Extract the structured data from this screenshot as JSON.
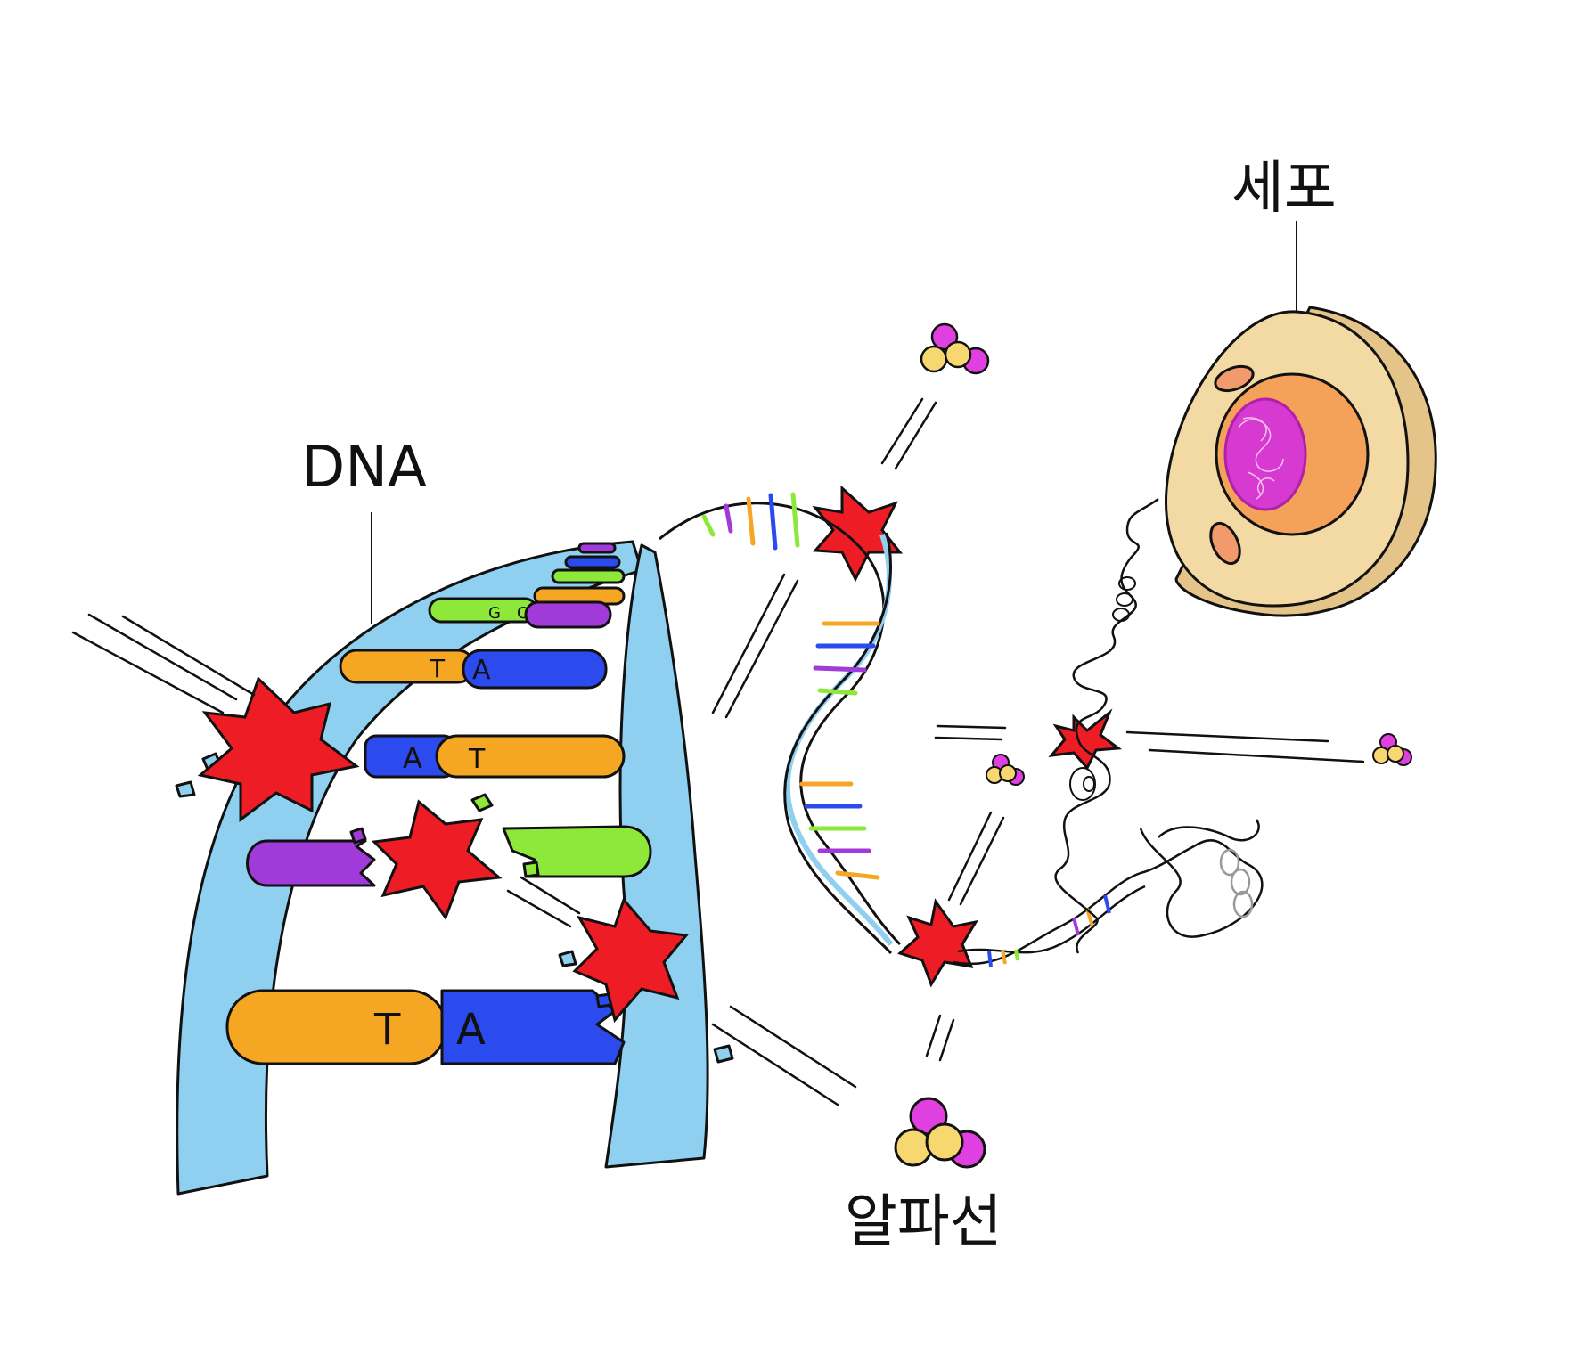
{
  "labels": {
    "cell": "세포",
    "dna": "DNA",
    "alpha_particle": "알파선"
  },
  "base_pairs": [
    {
      "left": "G",
      "right": "C"
    },
    {
      "left": "T",
      "right": "A"
    },
    {
      "left": "A",
      "right": "T"
    },
    {
      "left": "T",
      "right": "A"
    }
  ],
  "colors": {
    "backbone": "#8fd0f0",
    "adenine": "#2b4bee",
    "thymine": "#f5a623",
    "guanine": "#8ee83a",
    "cytosine": "#a03ad8",
    "damage_burst": "#ee1c24",
    "cell_body": "#f3d9a4",
    "nucleus": "#f4a15a",
    "chromatin": "#d63ad0",
    "alpha_pink": "#e040e0",
    "alpha_yellow": "#f7d870"
  }
}
